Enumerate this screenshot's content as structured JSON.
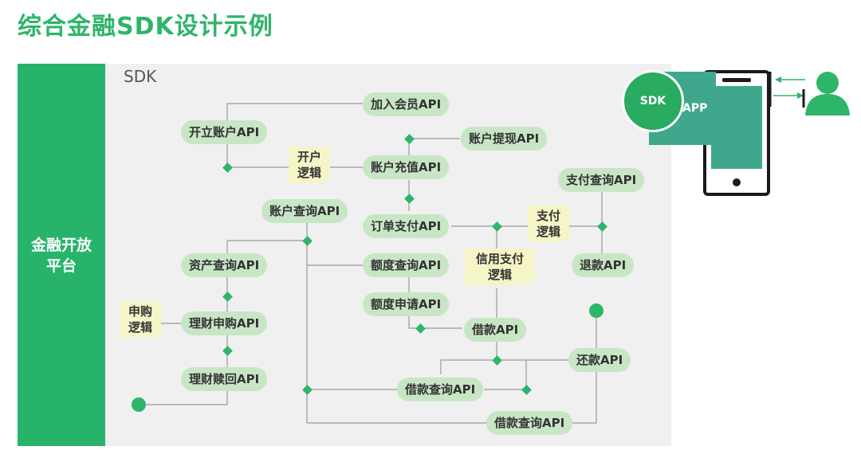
{
  "title": "综合金融SDK设计示例",
  "platform": {
    "label": "金融开放\n平台"
  },
  "sdk_label": "SDK",
  "phone": {
    "sdk_badge": "SDK",
    "app_label": "APP"
  },
  "nodes": {
    "join_member": "加入会员API",
    "open_account": "开立账户API",
    "account_withdraw": "账户提现API",
    "account_recharge": "账户充值API",
    "payment_query": "支付查询API",
    "account_query": "账户查询API",
    "order_pay": "订单支付API",
    "asset_query": "资产查询API",
    "quota_query": "额度查询API",
    "refund": "退款API",
    "quota_apply": "额度申请API",
    "wealth_purchase": "理财申购API",
    "loan": "借款API",
    "repay": "还款API",
    "wealth_redeem": "理财赎回API",
    "loan_query_1": "借款查询API",
    "loan_query_2": "借款查询API"
  },
  "notes": {
    "open_logic": "开户\n逻辑",
    "pay_logic": "支付\n逻辑",
    "credit_pay_logic": "信用支付\n逻辑",
    "purchase_logic": "申购\n逻辑"
  },
  "colors": {
    "accent": "#2db56a",
    "node_fill": "#c8e6c5",
    "note_fill": "#f6f5c7",
    "app_fill": "#3fa88c"
  }
}
